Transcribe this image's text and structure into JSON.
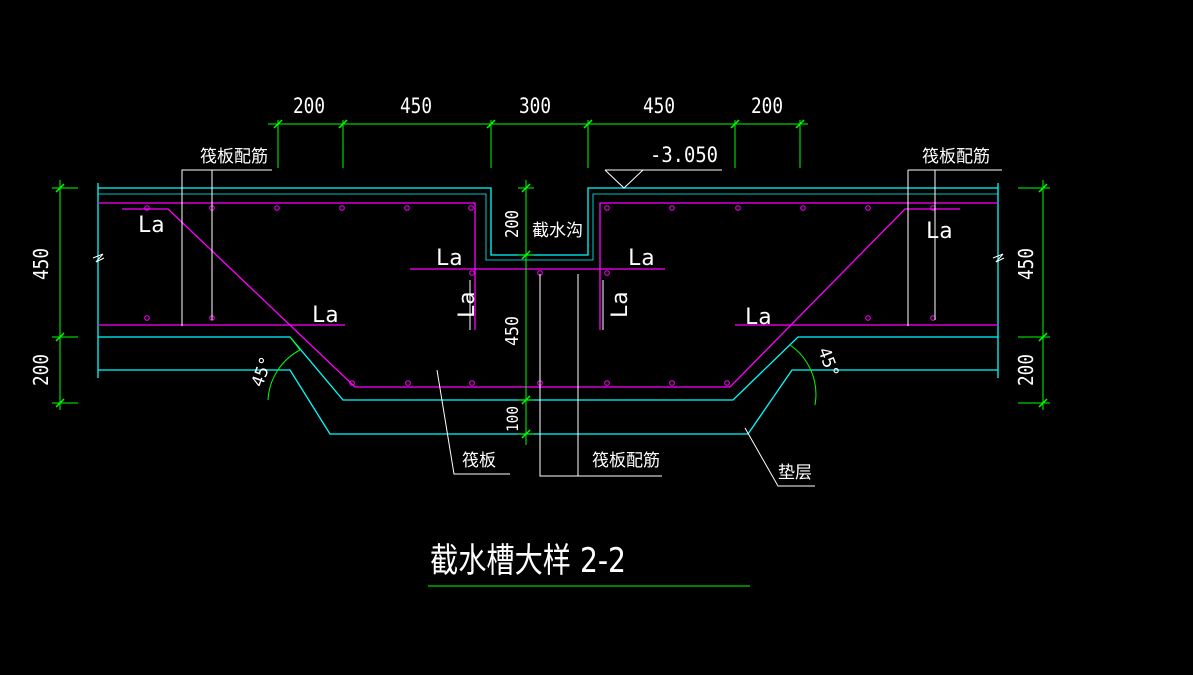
{
  "colors": {
    "background": "#000000",
    "dimension": "#00ff00",
    "concrete": "#00ffff",
    "rebar": "#ff00ff",
    "text": "#ffffff"
  },
  "dimensions_top": [
    "200",
    "450",
    "300",
    "450",
    "200"
  ],
  "elevation": "-3.050",
  "labels": {
    "raft_rebar_left": "筏板配筋",
    "raft_rebar_right": "筏板配筋",
    "raft_rebar_bottom": "筏板配筋",
    "ditch": "截水沟",
    "raft": "筏板",
    "cushion": "垫层",
    "anchorage": "La",
    "angle_left": "45°",
    "angle_right": "45°"
  },
  "dimensions_side": {
    "left_upper": "450",
    "left_lower": "200",
    "right_upper": "450",
    "right_lower": "200",
    "ditch_depth": "200",
    "trough_depth": "450",
    "cushion_thickness": "100"
  },
  "title": "截水槽大样 2-2"
}
